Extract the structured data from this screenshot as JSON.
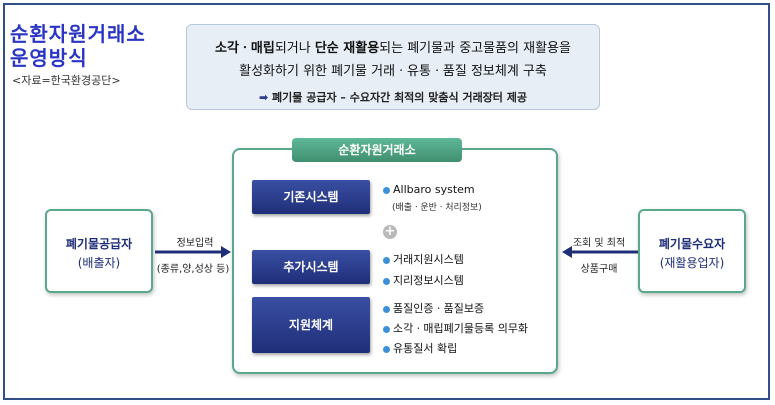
{
  "title": {
    "line1": "순환자원거래소",
    "line2": "운영방식"
  },
  "source": "<자료=한국환경공단>",
  "summary": {
    "line1_bold1": "소각ㆍ매립",
    "line1_mid": "되거나 ",
    "line1_bold2": "단순 재활용",
    "line1_rest": "되는 폐기물과 중고물품의 재활용을",
    "line2": "활성화하기 위한 폐기물 거래ㆍ유통ㆍ품질 정보체계 구축",
    "line3": "폐기물 공급자 – 수요자간 최적의 맞춤식 거래장터 제공"
  },
  "central": {
    "title": "순환자원거래소",
    "boxes": [
      "기존시스템",
      "추가시스템",
      "지원체계"
    ],
    "existing": {
      "item": "Allbaro system",
      "sub": "(배출ㆍ운반ㆍ처리정보)"
    },
    "plus": "+",
    "added": [
      "거래지원시스템",
      "지리정보시스템"
    ],
    "support": [
      "품질인증ㆍ품질보증",
      "소각ㆍ매립폐기물등록 의무화",
      "유통질서 확립"
    ]
  },
  "supplier": {
    "name": "폐기물공급자",
    "sub": "(배출자)",
    "arrow_top": "정보입력",
    "arrow_bottom": "(종류,양,성상 등)"
  },
  "consumer": {
    "name": "폐기물수요자",
    "sub": "(재활용업자)",
    "arrow_top": "조회 및 최적",
    "arrow_bottom": "상품구매"
  },
  "colors": {
    "title": "#2a35c4",
    "navy": "#1f2e78",
    "green": "#5aa88a",
    "bullet": "#3d8fd6",
    "frame": "#2f4f86"
  }
}
